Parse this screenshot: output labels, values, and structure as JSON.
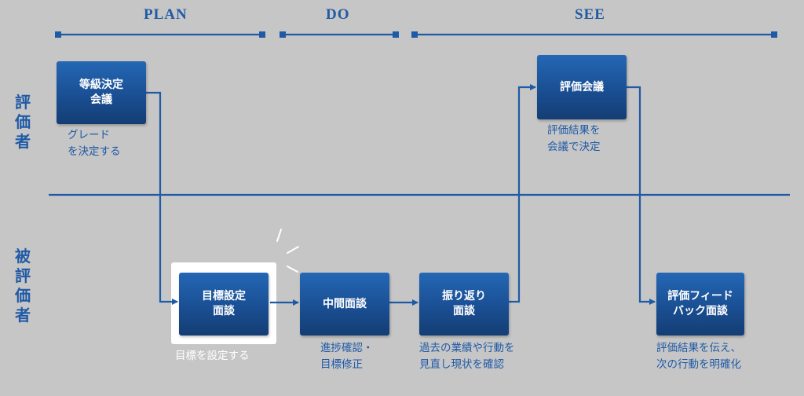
{
  "phases": {
    "plan": "PLAN",
    "do": "DO",
    "see": "SEE"
  },
  "rows": {
    "evaluator": "評価者",
    "evaluatee": "被評価者"
  },
  "boxes": {
    "grade_meeting": "等級決定\n会議",
    "goal_interview": "目標設定\n面談",
    "mid_interview": "中間面談",
    "review_interview": "振り返り\n面談",
    "eval_meeting": "評価会議",
    "feedback_interview": "評価フィード\nバック面談"
  },
  "notes": {
    "grade_meeting": "グレード\nを決定する",
    "goal_interview": "目標を設定する",
    "mid_interview": "進捗確認・\n目標修正",
    "review_interview": "過去の業績や行動を\n見直し現状を確認",
    "eval_meeting": "評価結果を\n会議で決定",
    "feedback_interview": "評価結果を伝え、\n次の行動を明確化"
  },
  "colors": {
    "accent": "#1f5aa6",
    "background": "#c6c6c6",
    "highlight": "#ffffff"
  }
}
